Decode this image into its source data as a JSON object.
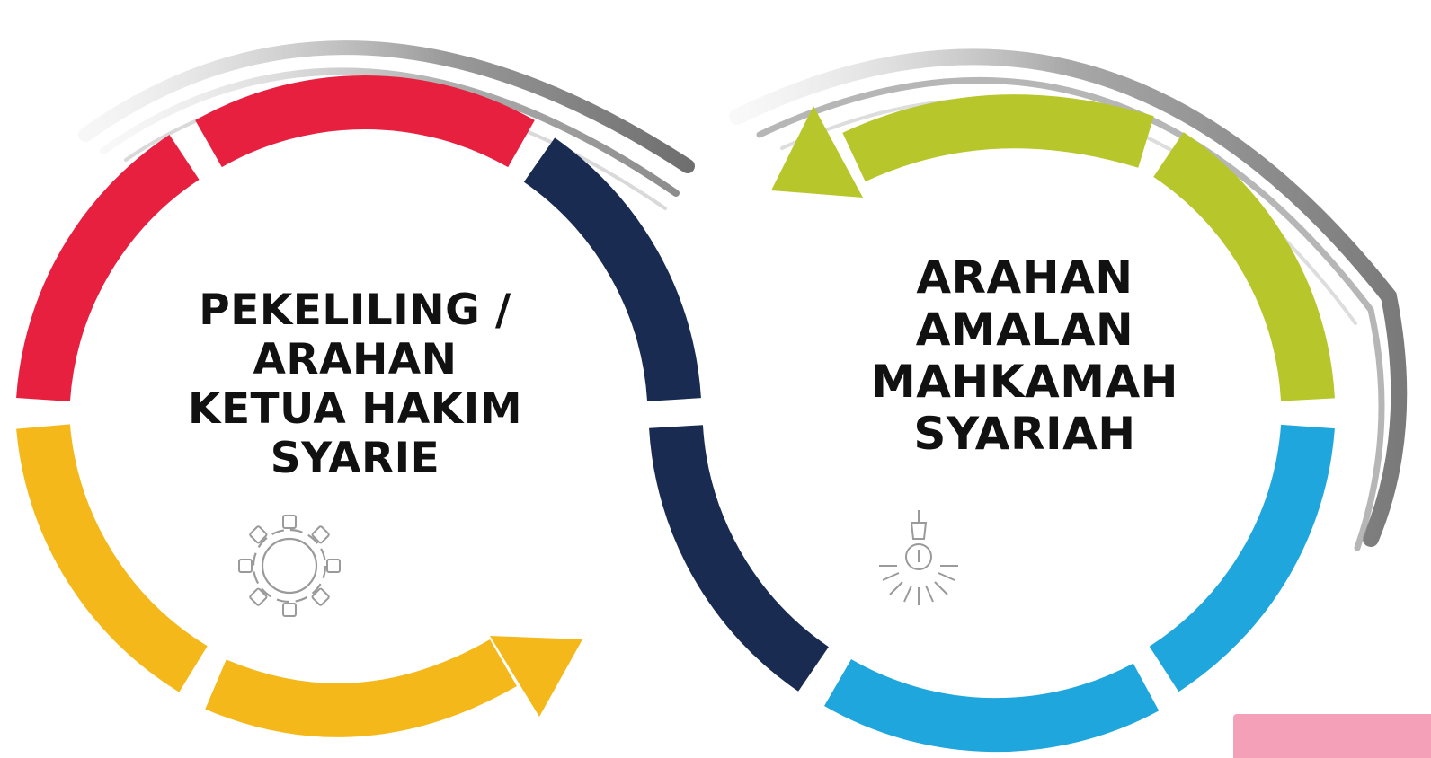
{
  "left_cycle": {
    "title_lines": [
      "PEKELILING /",
      "ARAHAN",
      "KETUA HAKIM",
      "SYARIE"
    ],
    "icon": "gear-icon"
  },
  "right_cycle": {
    "title_lines": [
      "ARAHAN",
      "AMALAN",
      "MAHKAMAH",
      "SYARIAH"
    ],
    "icon": "light-bulb-icon"
  },
  "colors": {
    "red": "#e8203f",
    "navy": "#1a2b52",
    "yellow": "#f4b81a",
    "lime": "#b7c72b",
    "sky": "#1fa7dd",
    "swoosh": "#8a8a8a",
    "badge": "#f4a0b8"
  }
}
